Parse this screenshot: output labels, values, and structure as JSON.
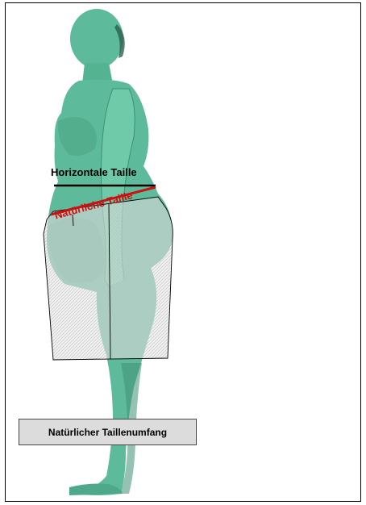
{
  "labels": {
    "horizontal_waist": "Horizontale Taille",
    "natural_waist": "Natürliche Taille",
    "caption": "Natürlicher Taillenumfang"
  },
  "colors": {
    "body_scan": "#5dbb9c",
    "body_shadow": "#3f8f74",
    "natural_waist_line": "#cc1111",
    "horizontal_waist_line": "#000000",
    "skirt_panel": "#d9d9d9"
  },
  "icons": {
    "figure": "body-scan-side-view"
  }
}
